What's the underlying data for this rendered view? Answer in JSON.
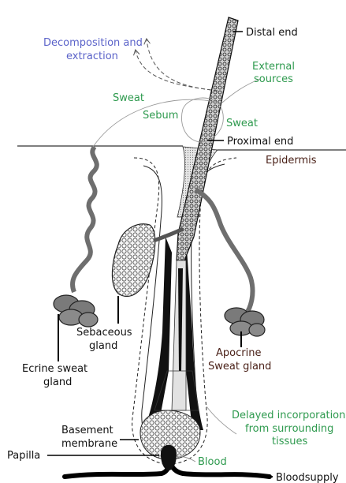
{
  "labels": {
    "distal_end": "Distal end",
    "decomposition_line1": "Decomposition and",
    "decomposition_line2": "extraction",
    "external_sources_line1": "External",
    "external_sources_line2": "sources",
    "sweat_left": "Sweat",
    "sebum": "Sebum",
    "sweat_right": "Sweat",
    "proximal_end": "Proximal end",
    "epidermis": "Epidermis",
    "sebaceous_gland_line1": "Sebaceous",
    "sebaceous_gland_line2": "gland",
    "apocrine_line1": "Apocrine",
    "apocrine_line2": "Sweat gland",
    "ecrine_line1": "Ecrine sweat",
    "ecrine_line2": "gland",
    "delayed_line1": "Delayed incorporation",
    "delayed_line2": "from surrounding",
    "delayed_line3": "tissues",
    "basement_line1": "Basement",
    "basement_line2": "membrane",
    "papilla": "Papilla",
    "blood": "Blood",
    "bloodsupply": "Bloodsupply"
  },
  "colors": {
    "green": "#2e9a4e",
    "blue": "#5b63c9",
    "brown": "#4a2118",
    "black": "#111111",
    "gland_gray": "#7a7a7a"
  }
}
